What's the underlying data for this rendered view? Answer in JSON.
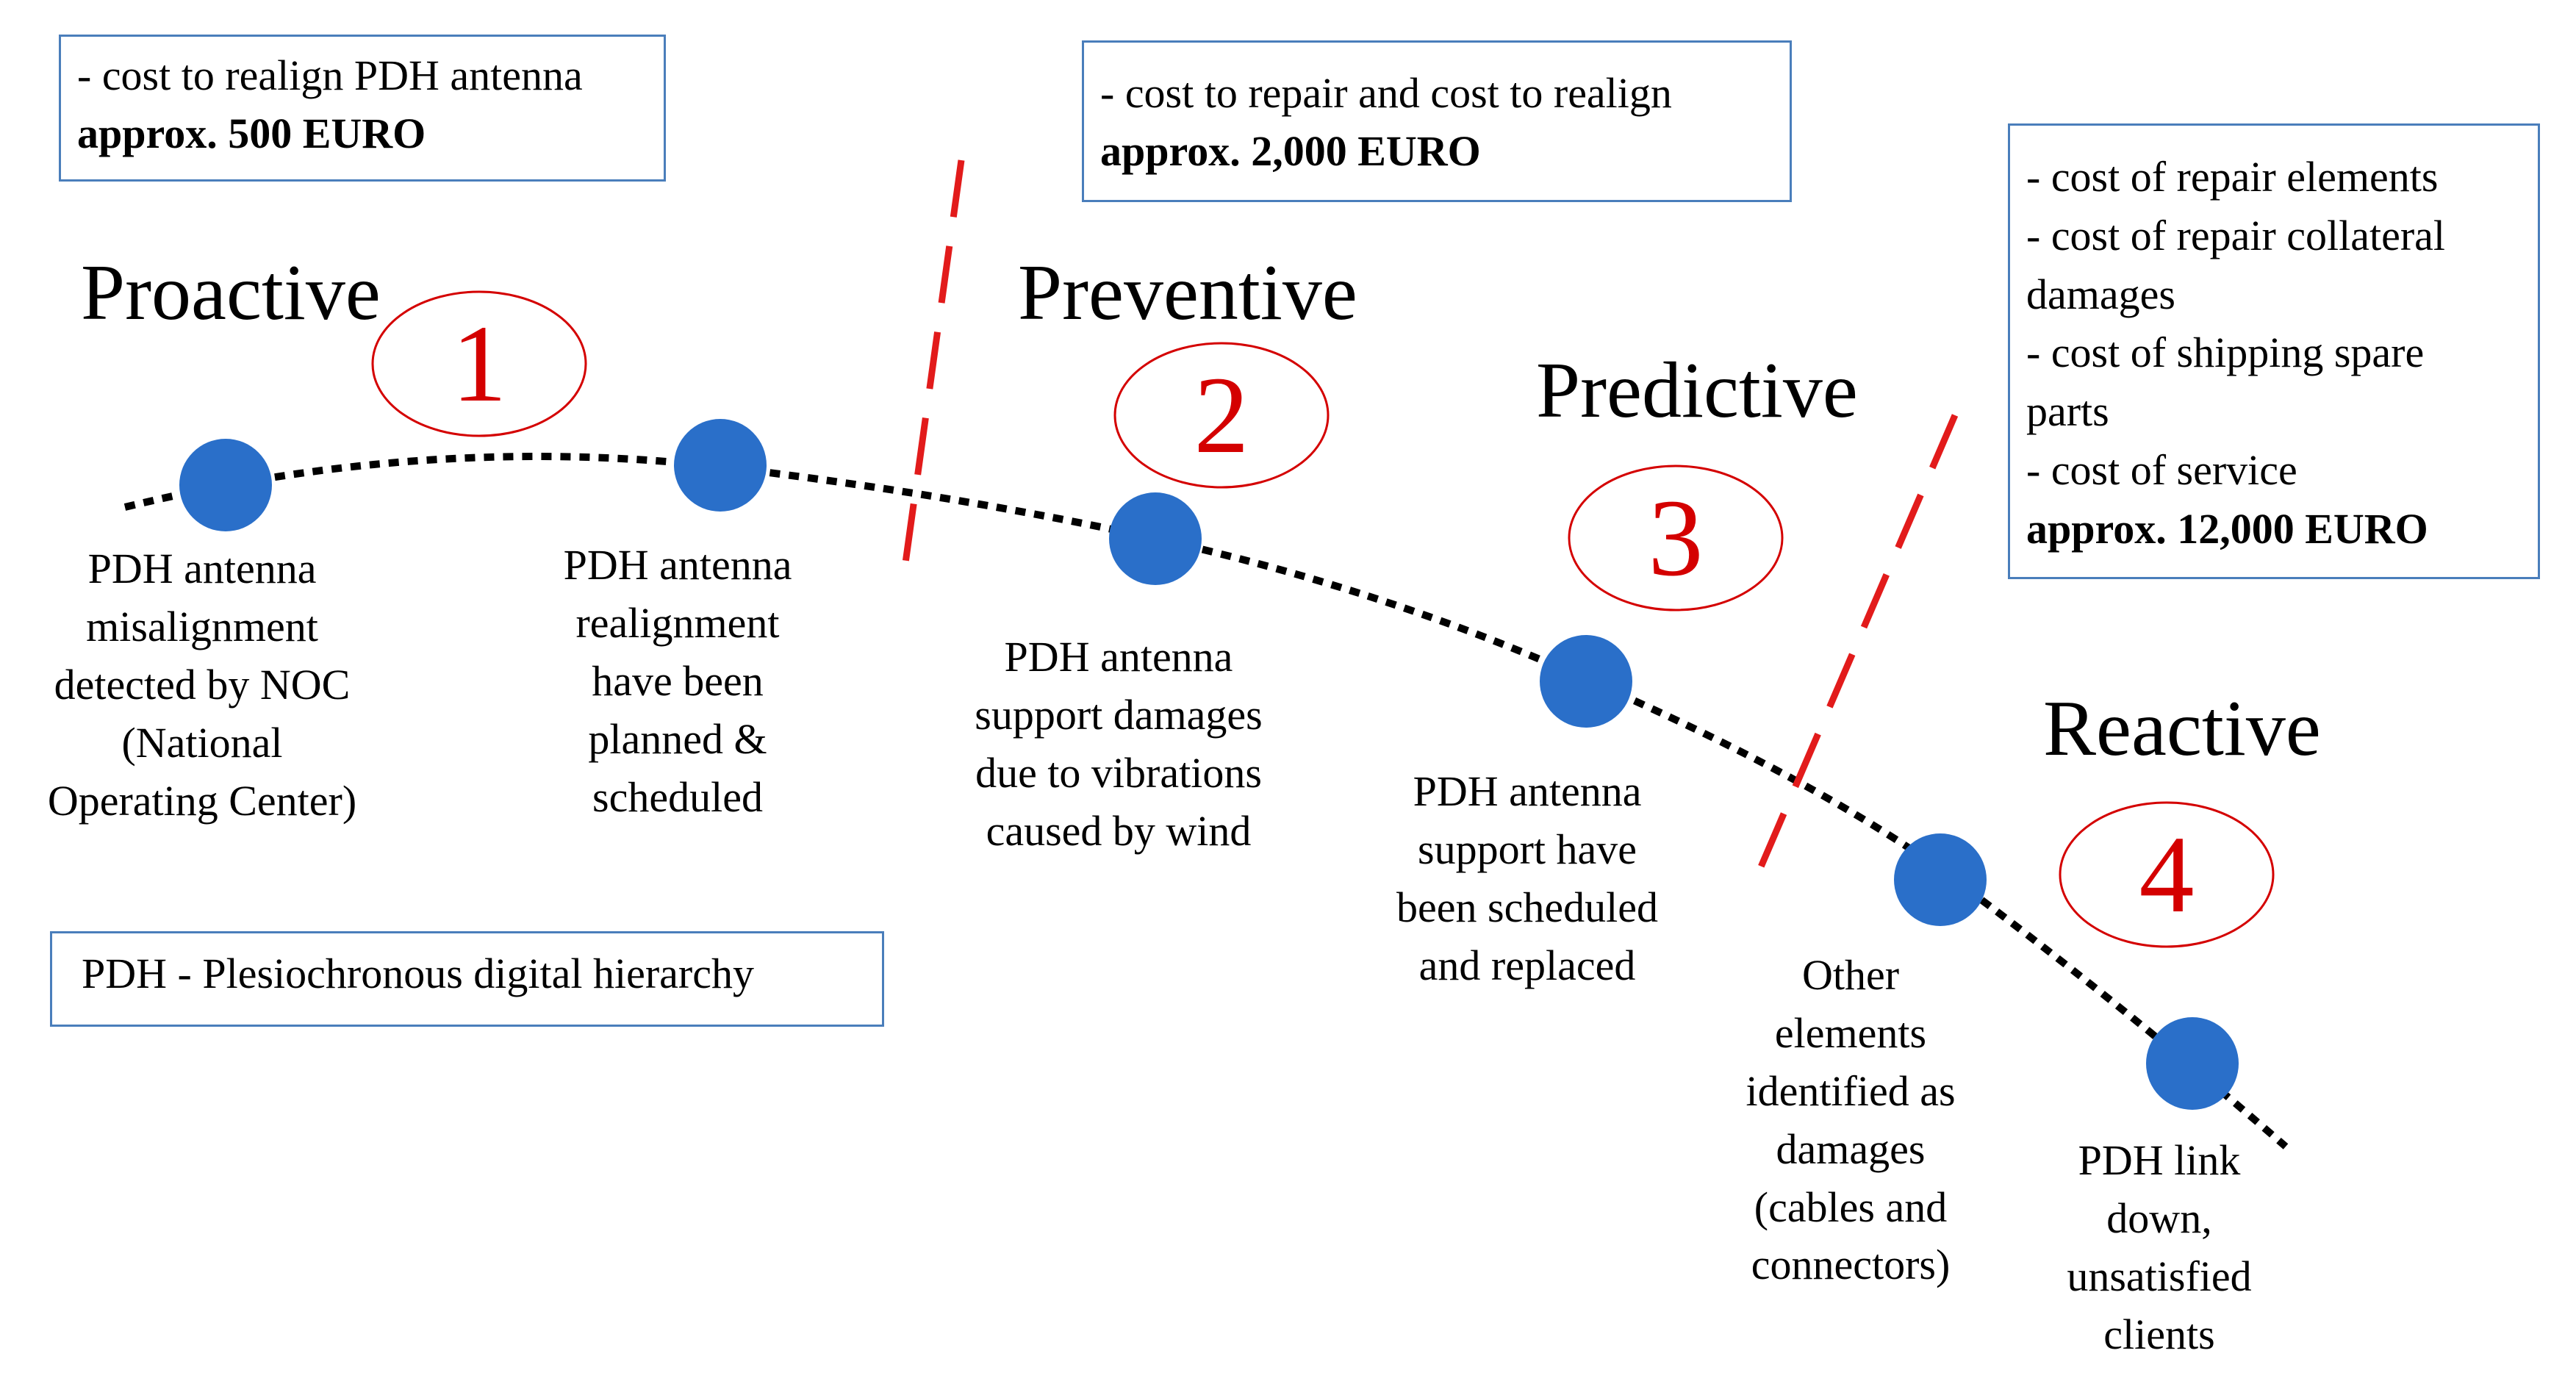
{
  "stages": [
    {
      "title": "Proactive",
      "number": "1"
    },
    {
      "title": "Preventive",
      "number": "2"
    },
    {
      "title": "Predictive",
      "number": "3"
    },
    {
      "title": "Reactive",
      "number": "4"
    }
  ],
  "cost_boxes": [
    {
      "lines": [
        "- cost to realign PDH antenna"
      ],
      "total": "approx. 500 EURO"
    },
    {
      "lines": [
        "- cost to repair and cost to realign"
      ],
      "total": "approx. 2,000 EURO"
    },
    {
      "lines": [
        "- cost of repair elements",
        "- cost of repair collateral",
        "damages",
        "- cost of shipping spare",
        "parts",
        "- cost of service"
      ],
      "total": "approx. 12,000 EURO"
    }
  ],
  "events": [
    {
      "lines": [
        "PDH antenna",
        "misalignment",
        "detected by NOC",
        "(National",
        "Operating Center)"
      ]
    },
    {
      "lines": [
        "PDH antenna",
        "realignment",
        "have been",
        "planned &",
        "scheduled"
      ]
    },
    {
      "lines": [
        "PDH antenna",
        "support damages",
        "due to vibrations",
        "caused by wind"
      ]
    },
    {
      "lines": [
        "PDH antenna",
        "support have",
        "been scheduled",
        "and replaced"
      ]
    },
    {
      "lines": [
        "Other",
        "elements",
        "identified as",
        "damages",
        "(cables and",
        "connectors)"
      ]
    },
    {
      "lines": [
        "PDH link",
        "down,",
        "unsatisfied",
        "clients"
      ]
    }
  ],
  "legend": {
    "text": "PDH - Plesiochronous digital hierarchy"
  },
  "colors": {
    "node": "#2a6fc9",
    "divider": "#e21b1b",
    "number": "#d40000",
    "box_border": "#4a7ebb",
    "curve": "#000000"
  }
}
